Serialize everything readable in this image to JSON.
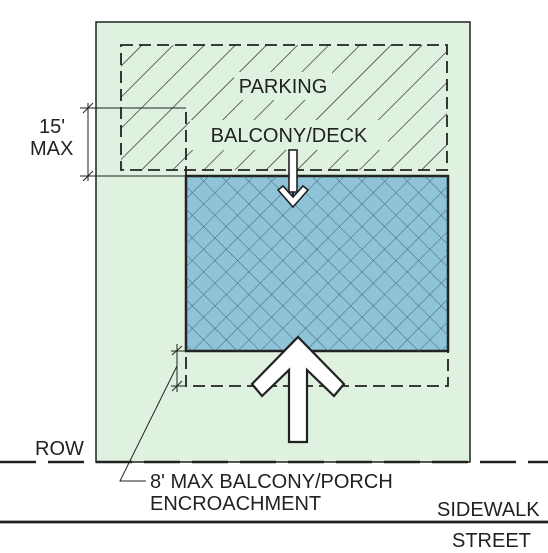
{
  "labels": {
    "parking": "PARKING",
    "balcony_deck": "BALCONY/DECK",
    "max_height_value": "15'",
    "max_height_unit": "MAX",
    "row": "ROW",
    "encroachment_line1": "8' MAX BALCONY/PORCH",
    "encroachment_line2": "ENCROACHMENT",
    "sidewalk": "SIDEWALK",
    "street": "STREET"
  },
  "colors": {
    "lot_fill": "#dff2df",
    "building_fill": "#8ec3d8",
    "line": "#222222",
    "background": "#ffffff"
  }
}
